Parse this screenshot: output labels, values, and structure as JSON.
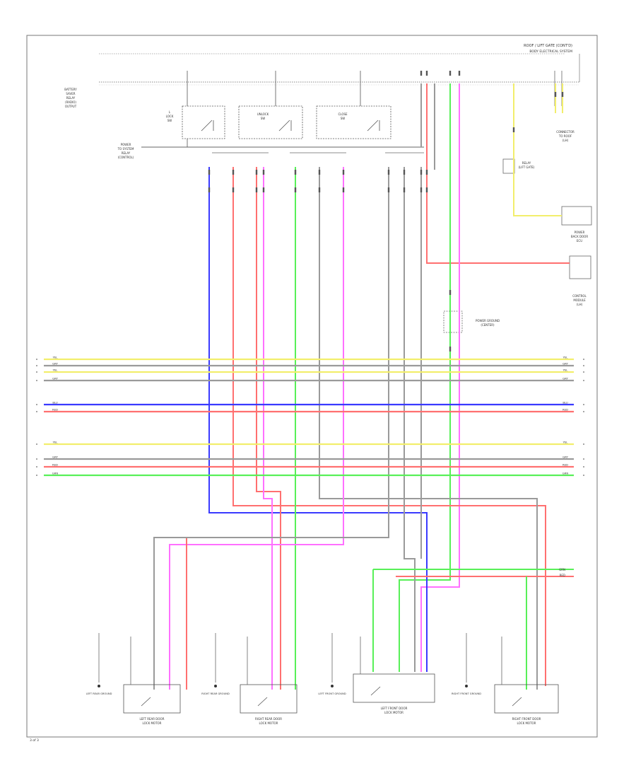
{
  "header": {
    "title": "ROOF / LIFT GATE (CONT'D)",
    "subtitle": "BODY ELECTRICAL SYSTEM"
  },
  "footer": {
    "ref": "3 of 3"
  },
  "colors": {
    "yellow": "#f2ee6c",
    "gray": "#9a9a9a",
    "blue": "#3a3aff",
    "red": "#ff7070",
    "green": "#58f058",
    "pink": "#ff70ff",
    "frame": "#777777"
  },
  "top_notes": [
    {
      "id": "note-left-1",
      "lines": [
        "BATTERY",
        "SAVER",
        "RELAY",
        "(RADIO)",
        "OUTPUT"
      ]
    },
    {
      "id": "note-left-2",
      "lines": [
        "POWER",
        "TO SYSTEM",
        "RELAY",
        "(CONTROL)"
      ]
    }
  ],
  "switches": [
    {
      "id": "lock",
      "label": [
        "L",
        "LOCK",
        "SW"
      ]
    },
    {
      "id": "unlock",
      "label": [
        "UNLOCK",
        "SW"
      ]
    },
    {
      "id": "close",
      "label": [
        "CLOSE",
        "SW"
      ]
    }
  ],
  "right_components": [
    {
      "id": "connector-right-top",
      "lines": [
        "CONNECTOR",
        "TO ROOF",
        "(LH)"
      ]
    },
    {
      "id": "relay-right",
      "lines": [
        "RELAY",
        "(LIFT GATE)"
      ]
    },
    {
      "id": "module-right",
      "lines": [
        "POWER",
        "BACK DOOR",
        "ECU"
      ]
    },
    {
      "id": "module-right-2",
      "lines": [
        "CONTROL",
        "MODULE",
        "(LH)"
      ]
    },
    {
      "id": "note-mid",
      "lines": [
        "POWER GROUND",
        "(CENTER)"
      ]
    }
  ],
  "bus_rows": [
    {
      "id": "bus-yel-1",
      "color": "yellow",
      "tag": "YEL"
    },
    {
      "id": "bus-gry-1",
      "color": "gray",
      "tag": "GRY"
    },
    {
      "id": "bus-yel-2",
      "color": "yellow",
      "tag": "YEL"
    },
    {
      "id": "bus-gry-2",
      "color": "gray",
      "tag": "GRY"
    },
    {
      "id": "bus-blu",
      "color": "blue",
      "tag": "BLU"
    },
    {
      "id": "bus-red-1",
      "color": "red",
      "tag": "RED"
    },
    {
      "id": "bus-yel-3",
      "color": "yellow",
      "tag": "YEL"
    },
    {
      "id": "bus-gry-3",
      "color": "gray",
      "tag": "GRY"
    },
    {
      "id": "bus-red-2",
      "color": "red",
      "tag": "RED"
    },
    {
      "id": "bus-grn",
      "color": "green",
      "tag": "GRN"
    }
  ],
  "door_modules": [
    {
      "id": "door-left-rear",
      "labels": [
        "LEFT REAR DOOR",
        "LOCK MOTOR"
      ],
      "ground": "LEFT REAR GROUND"
    },
    {
      "id": "door-right-rear",
      "labels": [
        "RIGHT REAR DOOR",
        "LOCK MOTOR"
      ],
      "ground": "RIGHT REAR GROUND"
    },
    {
      "id": "door-left-front",
      "labels": [
        "LEFT FRONT DOOR",
        "LOCK MOTOR"
      ],
      "ground": "LEFT FRONT GROUND"
    },
    {
      "id": "door-right-front",
      "labels": [
        "RIGHT FRONT DOOR",
        "LOCK MOTOR"
      ],
      "ground": "RIGHT FRONT GROUND"
    }
  ],
  "right_edge_tags": [
    {
      "id": "edge-grn-1",
      "tag": "GRN"
    },
    {
      "id": "edge-red-1",
      "tag": "RED"
    }
  ]
}
